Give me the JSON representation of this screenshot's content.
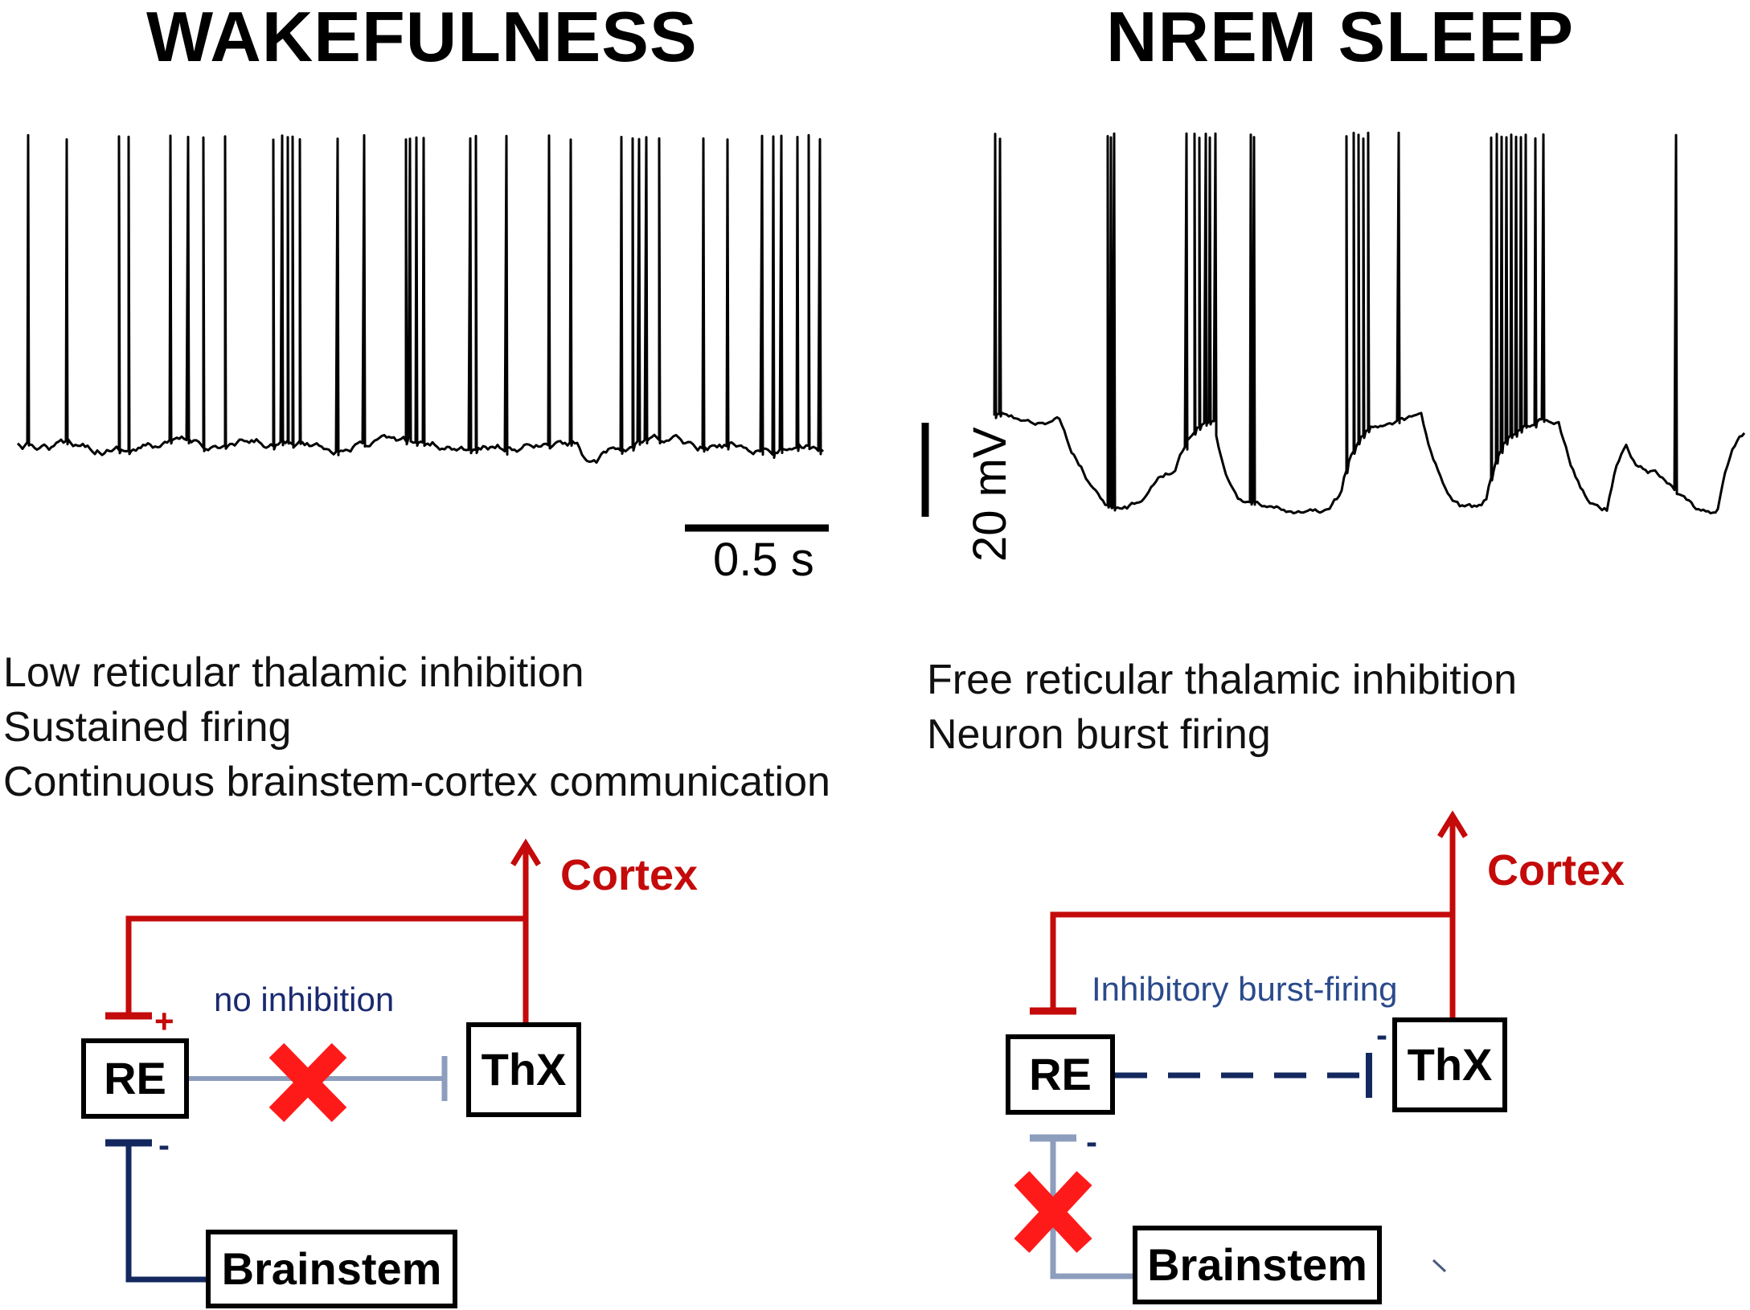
{
  "left_panel": {
    "title": "WAKEFULNESS",
    "scale_time": "0.5 s",
    "description": [
      "Low reticular thalamic inhibition",
      "Sustained firing",
      "Continuous brainstem-cortex communication"
    ],
    "cortex_label": "Cortex",
    "boxes": {
      "re": "RE",
      "thx": "ThX",
      "brainstem": "Brainstem"
    },
    "connection_label": "no inhibition",
    "plus_sign": "+",
    "minus_sign": "-"
  },
  "right_panel": {
    "title": "NREM SLEEP",
    "scale_voltage": "20 mV",
    "description": [
      "Free reticular thalamic inhibition",
      "Neuron burst firing"
    ],
    "cortex_label": "Cortex",
    "boxes": {
      "re": "RE",
      "thx": "ThX",
      "brainstem": "Brainstem"
    },
    "connection_label": "Inhibitory burst-firing",
    "minus_sign_thx": "-",
    "minus_sign_re": "-"
  },
  "colors": {
    "excitatory_red": "#c40a0a",
    "inhibitory_navy": "#13285e",
    "faded_blue": "#8c9dbd",
    "cross_red": "#ff1a1a",
    "trace_black": "#000000"
  }
}
